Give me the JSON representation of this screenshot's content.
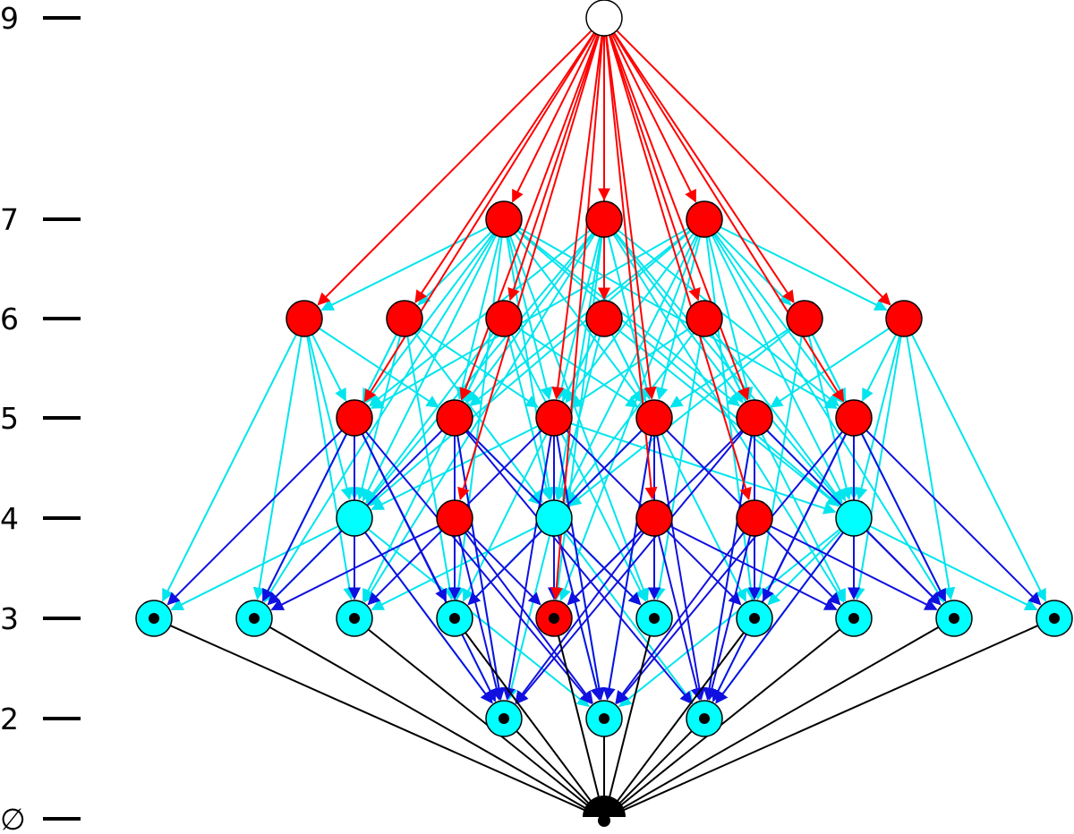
{
  "diagram": {
    "title": "",
    "levels": [
      "9",
      "7",
      "6",
      "5",
      "4",
      "3",
      "2",
      "∅"
    ],
    "colors": {
      "red": "#ff0000",
      "cyan": "#00ffff",
      "blue": "#0000ff",
      "black": "#000000",
      "white": "#ffffff",
      "edge_red": "#ff0000",
      "edge_cyan": "#00e5ee",
      "edge_blue": "#1010e0",
      "edge_black": "#000000"
    },
    "nodes": [
      {
        "id": "top",
        "level": "9",
        "fill": "white",
        "dot": false
      },
      {
        "id": "a1",
        "level": "7",
        "fill": "red",
        "dot": false
      },
      {
        "id": "a2",
        "level": "7",
        "fill": "red",
        "dot": false
      },
      {
        "id": "a3",
        "level": "7",
        "fill": "red",
        "dot": false
      },
      {
        "id": "b1",
        "level": "6",
        "fill": "red",
        "dot": false
      },
      {
        "id": "b2",
        "level": "6",
        "fill": "red",
        "dot": false
      },
      {
        "id": "b3",
        "level": "6",
        "fill": "red",
        "dot": false
      },
      {
        "id": "b4",
        "level": "6",
        "fill": "red",
        "dot": false
      },
      {
        "id": "b5",
        "level": "6",
        "fill": "red",
        "dot": false
      },
      {
        "id": "b6",
        "level": "6",
        "fill": "red",
        "dot": false
      },
      {
        "id": "b7",
        "level": "6",
        "fill": "red",
        "dot": false
      },
      {
        "id": "c1",
        "level": "5",
        "fill": "red",
        "dot": false
      },
      {
        "id": "c2",
        "level": "5",
        "fill": "red",
        "dot": false
      },
      {
        "id": "c3",
        "level": "5",
        "fill": "red",
        "dot": false
      },
      {
        "id": "c4",
        "level": "5",
        "fill": "red",
        "dot": false
      },
      {
        "id": "c5",
        "level": "5",
        "fill": "red",
        "dot": false
      },
      {
        "id": "c6",
        "level": "5",
        "fill": "red",
        "dot": false
      },
      {
        "id": "d1",
        "level": "4",
        "fill": "cyan",
        "dot": false
      },
      {
        "id": "d2",
        "level": "4",
        "fill": "red",
        "dot": false
      },
      {
        "id": "d3",
        "level": "4",
        "fill": "cyan",
        "dot": false
      },
      {
        "id": "d4",
        "level": "4",
        "fill": "red",
        "dot": false
      },
      {
        "id": "d5",
        "level": "4",
        "fill": "red",
        "dot": false
      },
      {
        "id": "d6",
        "level": "4",
        "fill": "cyan",
        "dot": false
      },
      {
        "id": "e1",
        "level": "3",
        "fill": "cyan",
        "dot": true
      },
      {
        "id": "e2",
        "level": "3",
        "fill": "cyan",
        "dot": true
      },
      {
        "id": "e3",
        "level": "3",
        "fill": "cyan",
        "dot": true
      },
      {
        "id": "e4",
        "level": "3",
        "fill": "cyan",
        "dot": true
      },
      {
        "id": "e5",
        "level": "3",
        "fill": "red",
        "dot": true
      },
      {
        "id": "e6",
        "level": "3",
        "fill": "cyan",
        "dot": true
      },
      {
        "id": "e7",
        "level": "3",
        "fill": "cyan",
        "dot": true
      },
      {
        "id": "e8",
        "level": "3",
        "fill": "cyan",
        "dot": true
      },
      {
        "id": "e9",
        "level": "3",
        "fill": "cyan",
        "dot": true
      },
      {
        "id": "e10",
        "level": "3",
        "fill": "cyan",
        "dot": true
      },
      {
        "id": "f1",
        "level": "2",
        "fill": "cyan",
        "dot": true
      },
      {
        "id": "f2",
        "level": "2",
        "fill": "cyan",
        "dot": true
      },
      {
        "id": "f3",
        "level": "2",
        "fill": "cyan",
        "dot": true
      },
      {
        "id": "bottom",
        "level": "∅",
        "fill": "black",
        "dot": true
      }
    ],
    "edges_red": [
      [
        "top",
        "a1"
      ],
      [
        "top",
        "a2"
      ],
      [
        "top",
        "a3"
      ],
      [
        "top",
        "b1"
      ],
      [
        "top",
        "b2"
      ],
      [
        "top",
        "b3"
      ],
      [
        "top",
        "b4"
      ],
      [
        "top",
        "b5"
      ],
      [
        "top",
        "b6"
      ],
      [
        "top",
        "b7"
      ],
      [
        "top",
        "c1"
      ],
      [
        "top",
        "c2"
      ],
      [
        "top",
        "c3"
      ],
      [
        "top",
        "c4"
      ],
      [
        "top",
        "c5"
      ],
      [
        "top",
        "c6"
      ],
      [
        "top",
        "d2"
      ],
      [
        "top",
        "d4"
      ],
      [
        "top",
        "d5"
      ],
      [
        "top",
        "e5"
      ],
      [
        "a2",
        "b4"
      ]
    ],
    "edges_cyan": [
      [
        "a1",
        "b1"
      ],
      [
        "a1",
        "b2"
      ],
      [
        "a1",
        "c1"
      ],
      [
        "a1",
        "c2"
      ],
      [
        "a1",
        "c3"
      ],
      [
        "a1",
        "c4"
      ],
      [
        "a1",
        "c5"
      ],
      [
        "a1",
        "c6"
      ],
      [
        "a1",
        "d1"
      ],
      [
        "a1",
        "d3"
      ],
      [
        "a1",
        "d6"
      ],
      [
        "a1",
        "e2"
      ],
      [
        "a1",
        "e4"
      ],
      [
        "a1",
        "e6"
      ],
      [
        "a2",
        "c1"
      ],
      [
        "a2",
        "c2"
      ],
      [
        "a2",
        "c3"
      ],
      [
        "a2",
        "c4"
      ],
      [
        "a2",
        "c5"
      ],
      [
        "a2",
        "c6"
      ],
      [
        "a2",
        "d1"
      ],
      [
        "a2",
        "d3"
      ],
      [
        "a2",
        "d6"
      ],
      [
        "a2",
        "e3"
      ],
      [
        "a2",
        "e5"
      ],
      [
        "a2",
        "e8"
      ],
      [
        "a3",
        "b6"
      ],
      [
        "a3",
        "b7"
      ],
      [
        "a3",
        "c1"
      ],
      [
        "a3",
        "c2"
      ],
      [
        "a3",
        "c3"
      ],
      [
        "a3",
        "c4"
      ],
      [
        "a3",
        "c5"
      ],
      [
        "a3",
        "c6"
      ],
      [
        "a3",
        "d1"
      ],
      [
        "a3",
        "d3"
      ],
      [
        "a3",
        "d6"
      ],
      [
        "a3",
        "e5"
      ],
      [
        "a3",
        "e7"
      ],
      [
        "a3",
        "e9"
      ],
      [
        "b1",
        "c1"
      ],
      [
        "b1",
        "c2"
      ],
      [
        "b1",
        "d1"
      ],
      [
        "b1",
        "e1"
      ],
      [
        "b1",
        "e2"
      ],
      [
        "b1",
        "e3"
      ],
      [
        "b2",
        "c1"
      ],
      [
        "b2",
        "c3"
      ],
      [
        "b2",
        "d1"
      ],
      [
        "b2",
        "d3"
      ],
      [
        "b2",
        "e2"
      ],
      [
        "b2",
        "e4"
      ],
      [
        "b3",
        "c2"
      ],
      [
        "b3",
        "c4"
      ],
      [
        "b3",
        "d1"
      ],
      [
        "b3",
        "d3"
      ],
      [
        "b3",
        "e3"
      ],
      [
        "b3",
        "e6"
      ],
      [
        "b4",
        "c3"
      ],
      [
        "b4",
        "c4"
      ],
      [
        "b4",
        "d3"
      ],
      [
        "b4",
        "d6"
      ],
      [
        "b4",
        "e4"
      ],
      [
        "b4",
        "e7"
      ],
      [
        "b5",
        "c3"
      ],
      [
        "b5",
        "c5"
      ],
      [
        "b5",
        "d3"
      ],
      [
        "b5",
        "d6"
      ],
      [
        "b5",
        "e6"
      ],
      [
        "b5",
        "e8"
      ],
      [
        "b6",
        "c4"
      ],
      [
        "b6",
        "c6"
      ],
      [
        "b6",
        "d6"
      ],
      [
        "b6",
        "d3"
      ],
      [
        "b6",
        "e7"
      ],
      [
        "b6",
        "e9"
      ],
      [
        "b7",
        "c5"
      ],
      [
        "b7",
        "c6"
      ],
      [
        "b7",
        "d6"
      ],
      [
        "b7",
        "e8"
      ],
      [
        "b7",
        "e9"
      ],
      [
        "b7",
        "e10"
      ],
      [
        "c1",
        "d1"
      ],
      [
        "c2",
        "d3"
      ],
      [
        "c3",
        "d1"
      ],
      [
        "c3",
        "d6"
      ],
      [
        "c4",
        "d3"
      ],
      [
        "c5",
        "d6"
      ],
      [
        "c6",
        "d6"
      ],
      [
        "c1",
        "f1"
      ],
      [
        "c2",
        "f1"
      ],
      [
        "c3",
        "f2"
      ],
      [
        "c4",
        "f2"
      ],
      [
        "c5",
        "f3"
      ],
      [
        "c6",
        "f3"
      ],
      [
        "d1",
        "e1"
      ],
      [
        "d1",
        "e2"
      ],
      [
        "d1",
        "e3"
      ],
      [
        "d1",
        "f1"
      ],
      [
        "d1",
        "f2"
      ],
      [
        "d3",
        "e3"
      ],
      [
        "d3",
        "e4"
      ],
      [
        "d3",
        "e6"
      ],
      [
        "d3",
        "f1"
      ],
      [
        "d3",
        "f2"
      ],
      [
        "d3",
        "f3"
      ],
      [
        "d6",
        "e7"
      ],
      [
        "d6",
        "e8"
      ],
      [
        "d6",
        "e10"
      ],
      [
        "d6",
        "f2"
      ],
      [
        "d6",
        "f3"
      ]
    ],
    "edges_blue": [
      [
        "c1",
        "e1"
      ],
      [
        "c1",
        "e2"
      ],
      [
        "c1",
        "e3"
      ],
      [
        "c1",
        "e4"
      ],
      [
        "c1",
        "f1"
      ],
      [
        "c1",
        "f2"
      ],
      [
        "c2",
        "e2"
      ],
      [
        "c2",
        "e4"
      ],
      [
        "c2",
        "e6"
      ],
      [
        "c2",
        "f1"
      ],
      [
        "c2",
        "f3"
      ],
      [
        "c3",
        "e3"
      ],
      [
        "c3",
        "e5"
      ],
      [
        "c3",
        "e7"
      ],
      [
        "c3",
        "f1"
      ],
      [
        "c3",
        "f2"
      ],
      [
        "c4",
        "e4"
      ],
      [
        "c4",
        "e6"
      ],
      [
        "c4",
        "e8"
      ],
      [
        "c4",
        "f2"
      ],
      [
        "c4",
        "f3"
      ],
      [
        "c5",
        "e5"
      ],
      [
        "c5",
        "e7"
      ],
      [
        "c5",
        "e9"
      ],
      [
        "c5",
        "f1"
      ],
      [
        "c5",
        "f3"
      ],
      [
        "c6",
        "e7"
      ],
      [
        "c6",
        "e8"
      ],
      [
        "c6",
        "e9"
      ],
      [
        "c6",
        "e10"
      ],
      [
        "c6",
        "f2"
      ],
      [
        "c6",
        "f3"
      ],
      [
        "d1",
        "e3"
      ],
      [
        "d1",
        "f1"
      ],
      [
        "d2",
        "e2"
      ],
      [
        "d2",
        "e4"
      ],
      [
        "d2",
        "e5"
      ],
      [
        "d2",
        "f1"
      ],
      [
        "d2",
        "f2"
      ],
      [
        "d3",
        "e5"
      ],
      [
        "d3",
        "f2"
      ],
      [
        "d4",
        "e5"
      ],
      [
        "d4",
        "e6"
      ],
      [
        "d4",
        "e8"
      ],
      [
        "d4",
        "f1"
      ],
      [
        "d4",
        "f3"
      ],
      [
        "d5",
        "e7"
      ],
      [
        "d5",
        "e9"
      ],
      [
        "d5",
        "f2"
      ],
      [
        "d5",
        "f3"
      ],
      [
        "d6",
        "e9"
      ],
      [
        "d6",
        "f3"
      ]
    ],
    "edges_black": [
      [
        "e1",
        "bottom"
      ],
      [
        "e2",
        "bottom"
      ],
      [
        "e3",
        "bottom"
      ],
      [
        "e4",
        "bottom"
      ],
      [
        "e5",
        "bottom"
      ],
      [
        "e6",
        "bottom"
      ],
      [
        "e7",
        "bottom"
      ],
      [
        "e8",
        "bottom"
      ],
      [
        "e9",
        "bottom"
      ],
      [
        "e10",
        "bottom"
      ],
      [
        "f1",
        "bottom"
      ],
      [
        "f2",
        "bottom"
      ],
      [
        "f3",
        "bottom"
      ]
    ]
  }
}
